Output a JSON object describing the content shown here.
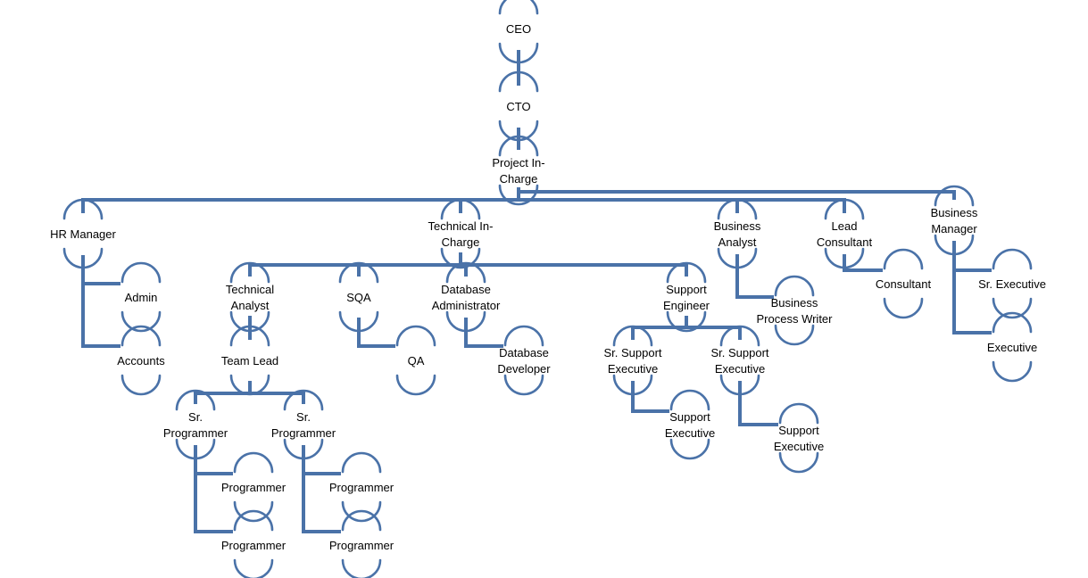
{
  "colors": {
    "line": "#4a72a8",
    "text": "#000000",
    "background": "#ffffff"
  },
  "nodes": [
    {
      "id": "ceo",
      "label": "CEO"
    },
    {
      "id": "cto",
      "label": "CTO"
    },
    {
      "id": "project_incharge",
      "label": "Project In-Charge"
    },
    {
      "id": "hr_manager",
      "label": "HR Manager"
    },
    {
      "id": "admin",
      "label": "Admin"
    },
    {
      "id": "accounts",
      "label": "Accounts"
    },
    {
      "id": "technical_incharge",
      "label": "Technical In-Charge"
    },
    {
      "id": "technical_analyst",
      "label": "Technical Analyst"
    },
    {
      "id": "team_lead",
      "label": "Team Lead"
    },
    {
      "id": "sr_programmer_1",
      "label": "Sr. Programmer"
    },
    {
      "id": "programmer_1a",
      "label": "Programmer"
    },
    {
      "id": "programmer_1b",
      "label": "Programmer"
    },
    {
      "id": "sr_programmer_2",
      "label": "Sr. Programmer"
    },
    {
      "id": "programmer_2a",
      "label": "Programmer"
    },
    {
      "id": "programmer_2b",
      "label": "Programmer"
    },
    {
      "id": "sqa",
      "label": "SQA"
    },
    {
      "id": "qa",
      "label": "QA"
    },
    {
      "id": "database_administrator",
      "label": "Database Administrator"
    },
    {
      "id": "database_developer",
      "label": "Database Developer"
    },
    {
      "id": "support_engineer",
      "label": "Support Engineer"
    },
    {
      "id": "sr_support_executive_1",
      "label": "Sr. Support Executive"
    },
    {
      "id": "support_executive_1",
      "label": "Support Executive"
    },
    {
      "id": "sr_support_executive_2",
      "label": "Sr. Support Executive"
    },
    {
      "id": "support_executive_2",
      "label": "Support Executive"
    },
    {
      "id": "business_analyst",
      "label": "Business Analyst"
    },
    {
      "id": "business_process_writer",
      "label": "Business Process Writer"
    },
    {
      "id": "lead_consultant",
      "label": "Lead Consultant"
    },
    {
      "id": "consultant",
      "label": "Consultant"
    },
    {
      "id": "business_manager",
      "label": "Business Manager"
    },
    {
      "id": "sr_executive",
      "label": "Sr. Executive"
    },
    {
      "id": "executive",
      "label": "Executive"
    }
  ],
  "edges": [
    [
      "ceo",
      "cto"
    ],
    [
      "cto",
      "project_incharge"
    ],
    [
      "project_incharge",
      "hr_manager"
    ],
    [
      "project_incharge",
      "technical_incharge"
    ],
    [
      "project_incharge",
      "business_analyst"
    ],
    [
      "project_incharge",
      "lead_consultant"
    ],
    [
      "project_incharge",
      "business_manager"
    ],
    [
      "hr_manager",
      "admin"
    ],
    [
      "hr_manager",
      "accounts"
    ],
    [
      "technical_incharge",
      "technical_analyst"
    ],
    [
      "technical_incharge",
      "sqa"
    ],
    [
      "technical_incharge",
      "database_administrator"
    ],
    [
      "technical_incharge",
      "support_engineer"
    ],
    [
      "technical_analyst",
      "team_lead"
    ],
    [
      "team_lead",
      "sr_programmer_1"
    ],
    [
      "team_lead",
      "sr_programmer_2"
    ],
    [
      "sr_programmer_1",
      "programmer_1a"
    ],
    [
      "sr_programmer_1",
      "programmer_1b"
    ],
    [
      "sr_programmer_2",
      "programmer_2a"
    ],
    [
      "sr_programmer_2",
      "programmer_2b"
    ],
    [
      "sqa",
      "qa"
    ],
    [
      "database_administrator",
      "database_developer"
    ],
    [
      "support_engineer",
      "sr_support_executive_1"
    ],
    [
      "support_engineer",
      "sr_support_executive_2"
    ],
    [
      "sr_support_executive_1",
      "support_executive_1"
    ],
    [
      "sr_support_executive_2",
      "support_executive_2"
    ],
    [
      "business_analyst",
      "business_process_writer"
    ],
    [
      "lead_consultant",
      "consultant"
    ],
    [
      "business_manager",
      "sr_executive"
    ],
    [
      "business_manager",
      "executive"
    ]
  ]
}
